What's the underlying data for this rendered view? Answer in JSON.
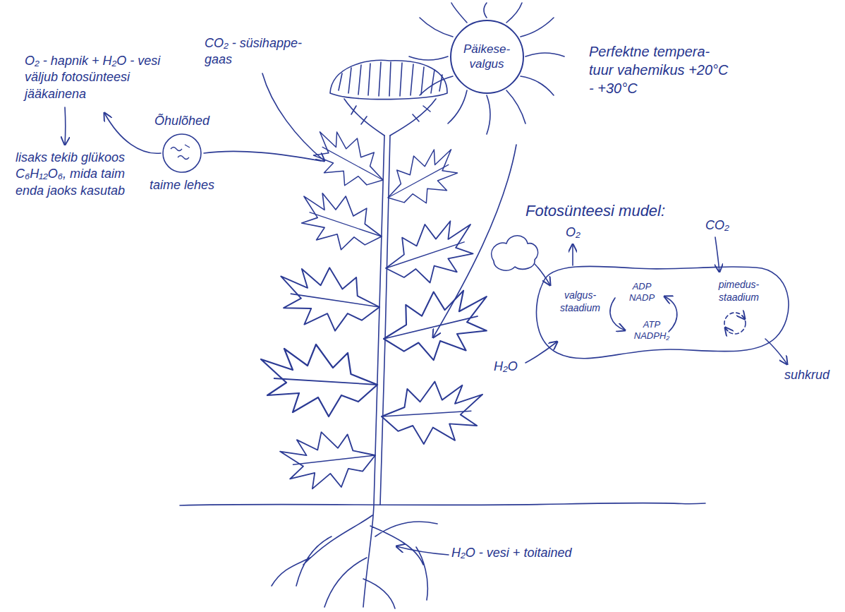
{
  "diagram": {
    "nodes": [
      {
        "text": [
          "Päikese- valgus"
        ]
      },
      {
        "text": [
          "Õhulõhed",
          "taime lehes"
        ]
      },
      {
        "text": [
          "valgus- staadium",
          "ADP NADP",
          "ATP NADPH₂",
          "pimedus- staadium"
        ]
      }
    ],
    "labels": [
      "CO₂ - süsihappe- gaas",
      "Perfektne tempera- tuur vahemikus +20°C - +30°C",
      "O₂ - hapnik + H₂O - vesi väljub fotosünteesi jääkainena",
      "lisaks tekib glükoos C₆H₁₂O₆, mida taim enda jaoks kasutab",
      "Fotosünteesi mudel:",
      "O₂",
      "CO₂",
      "H₂O",
      "suhkrud",
      "H₂O - vesi + toitained"
    ]
  }
}
